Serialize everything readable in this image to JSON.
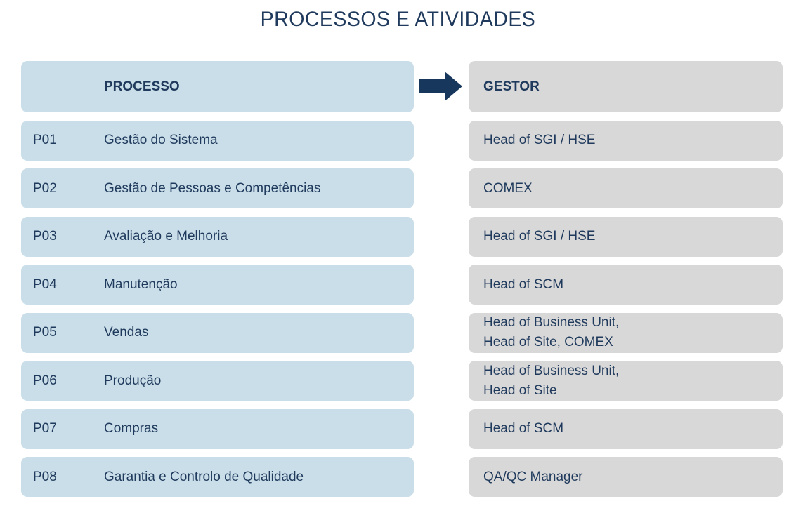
{
  "title": "PROCESSOS E ATIVIDADES",
  "colors": {
    "process_bg": "#cadee9",
    "gestor_bg": "#d9d8d8",
    "text": "#1f3a5c",
    "arrow": "#17375d",
    "background": "#ffffff"
  },
  "icons": {
    "arrow": "right-block-arrow"
  },
  "table": {
    "process_header": "PROCESSO",
    "gestor_header": "GESTOR",
    "rows": [
      {
        "code": "P01",
        "process": "Gestão do Sistema",
        "gestor": "Head of SGI / HSE"
      },
      {
        "code": "P02",
        "process": "Gestão de Pessoas e Competências",
        "gestor": "COMEX"
      },
      {
        "code": "P03",
        "process": "Avaliação e Melhoria",
        "gestor": "Head of SGI / HSE"
      },
      {
        "code": "P04",
        "process": "Manutenção",
        "gestor": "Head of SCM"
      },
      {
        "code": "P05",
        "process": "Vendas",
        "gestor": "Head of Business Unit,\nHead of Site, COMEX"
      },
      {
        "code": "P06",
        "process": "Produção",
        "gestor": "Head of Business Unit,\nHead of Site"
      },
      {
        "code": "P07",
        "process": "Compras",
        "gestor": "Head of SCM"
      },
      {
        "code": "P08",
        "process": "Garantia e Controlo de Qualidade",
        "gestor": "QA/QC Manager"
      }
    ]
  }
}
